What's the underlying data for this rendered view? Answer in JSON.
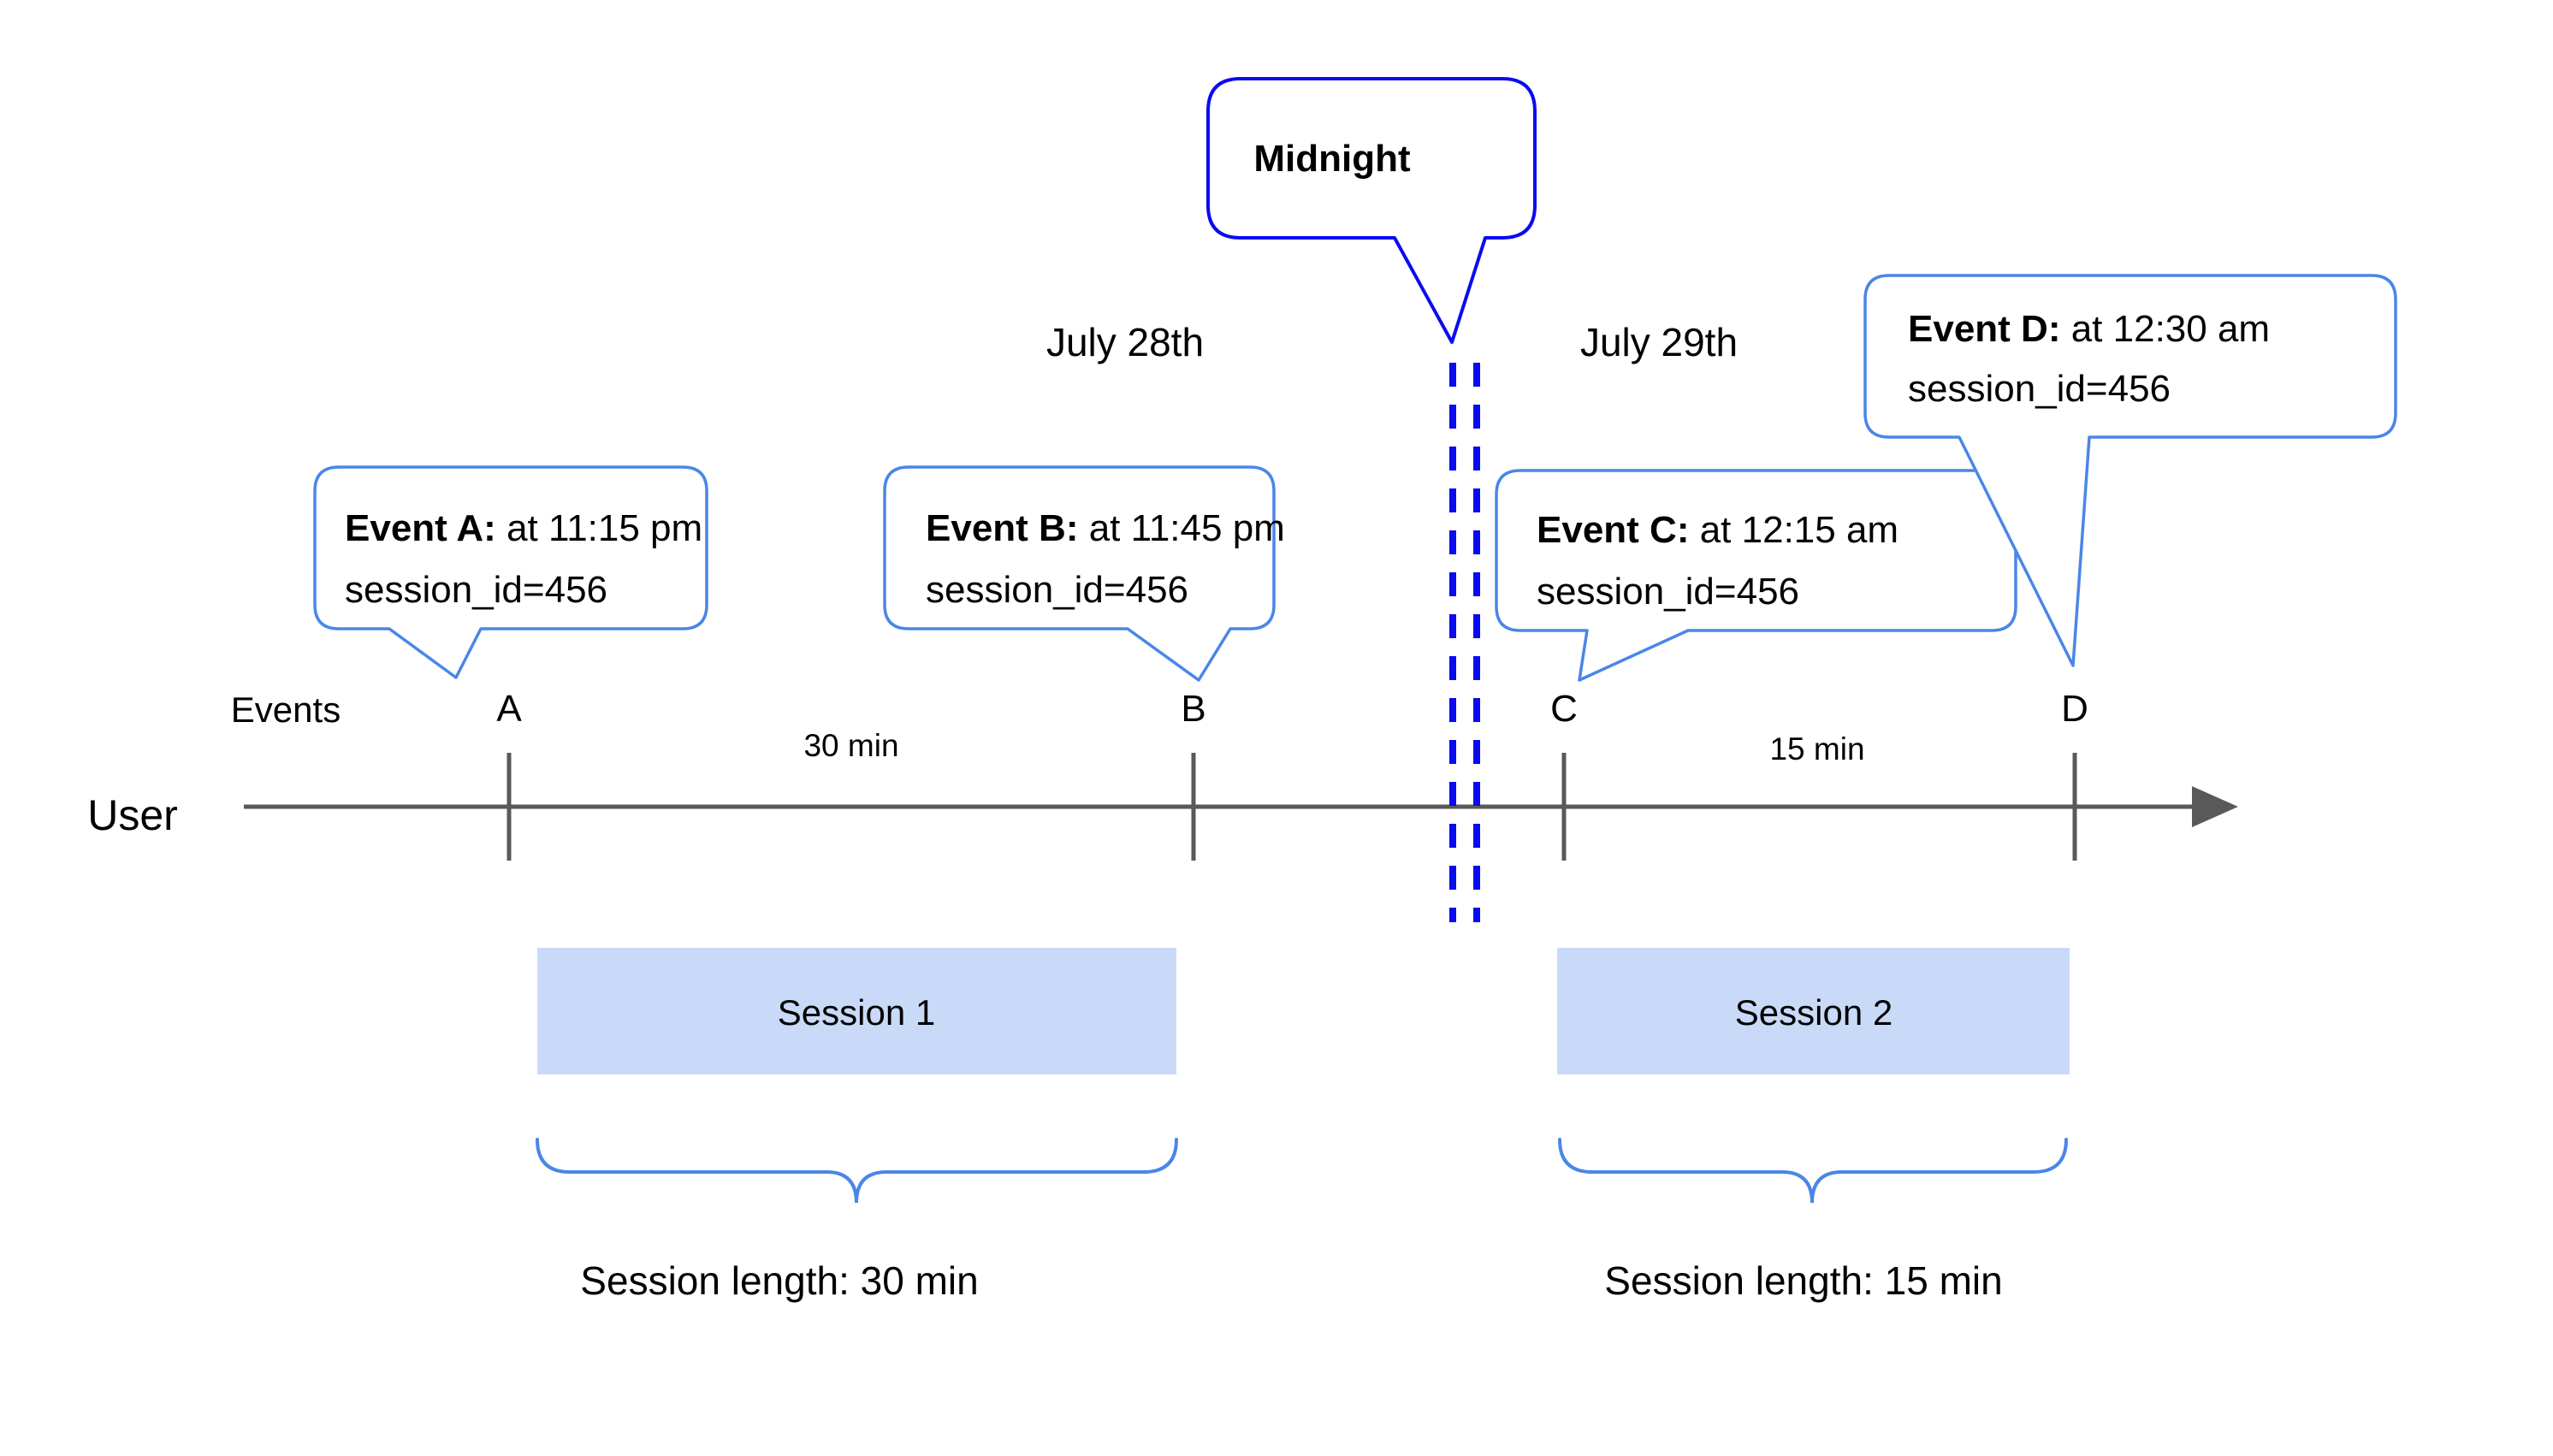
{
  "midnight": {
    "label": "Midnight"
  },
  "dates": {
    "before": "July 28th",
    "after": "July 29th"
  },
  "axis": {
    "events_label": "Events",
    "user_label": "User"
  },
  "events": [
    {
      "letter": "A",
      "title": "Event A:",
      "time": " at 11:15 pm",
      "session": "session_id=456"
    },
    {
      "letter": "B",
      "title": "Event B:",
      "time": " at 11:45 pm",
      "session": "session_id=456"
    },
    {
      "letter": "C",
      "title": "Event C:",
      "time": " at 12:15 am",
      "session": "session_id=456"
    },
    {
      "letter": "D",
      "title": "Event D:",
      "time": " at 12:30 am",
      "session": "session_id=456"
    }
  ],
  "gaps": [
    {
      "label": "30 min"
    },
    {
      "label": "15 min"
    }
  ],
  "sessions": [
    {
      "name": "Session 1",
      "length": "Session length: 30 min"
    },
    {
      "name": "Session 2",
      "length": "Session length: 15 min"
    }
  ],
  "colors": {
    "midnight_border": "#0b0bf0",
    "dashed_line": "#0a0af2",
    "event_bubble_border": "#4a86e8",
    "brace": "#4a86e8",
    "session_fill": "#c9daf8",
    "axis_gray": "#595959"
  }
}
